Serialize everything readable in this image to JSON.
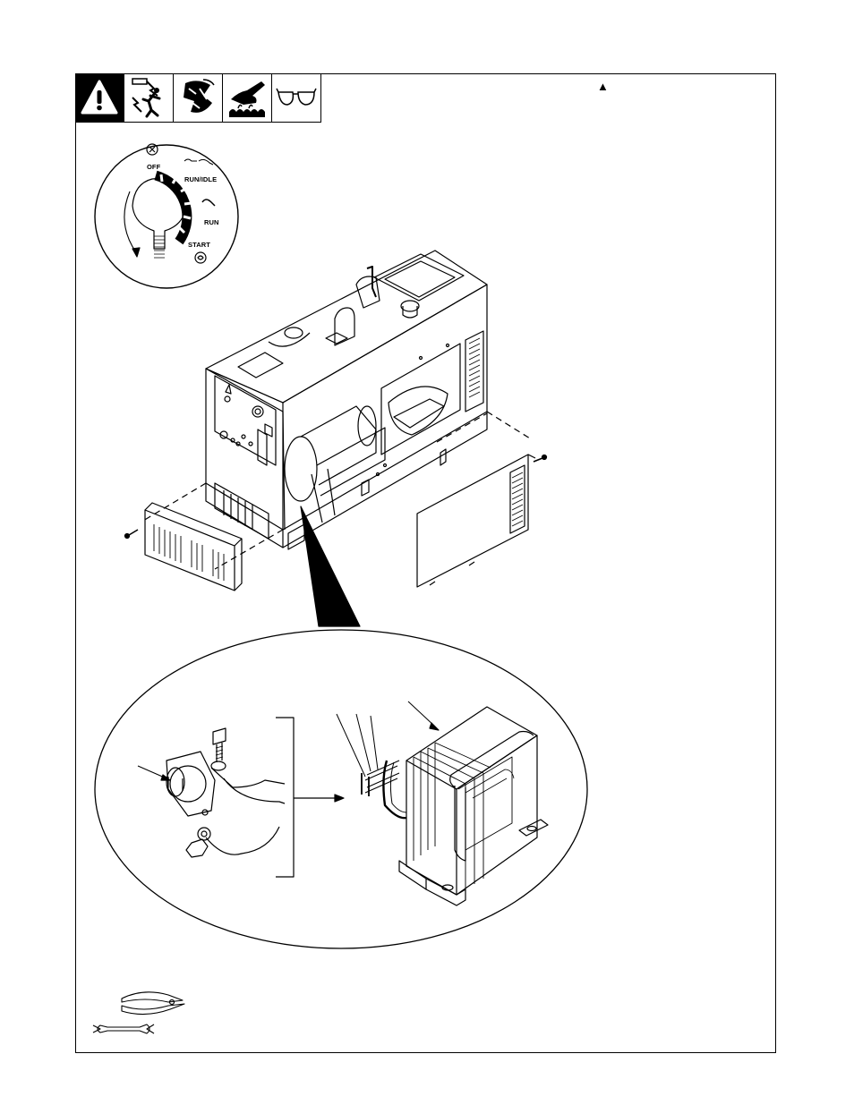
{
  "header": {
    "icons": [
      "warning-triangle-icon",
      "electric-shock-icon",
      "moving-parts-icon",
      "hot-parts-icon",
      "safety-glasses-icon"
    ],
    "marker": "▲"
  },
  "switch_dial": {
    "positions": [
      "OFF",
      "RUN/IDLE",
      "RUN",
      "START"
    ]
  },
  "tools": [
    "cutters-icon",
    "wrench-icon"
  ]
}
